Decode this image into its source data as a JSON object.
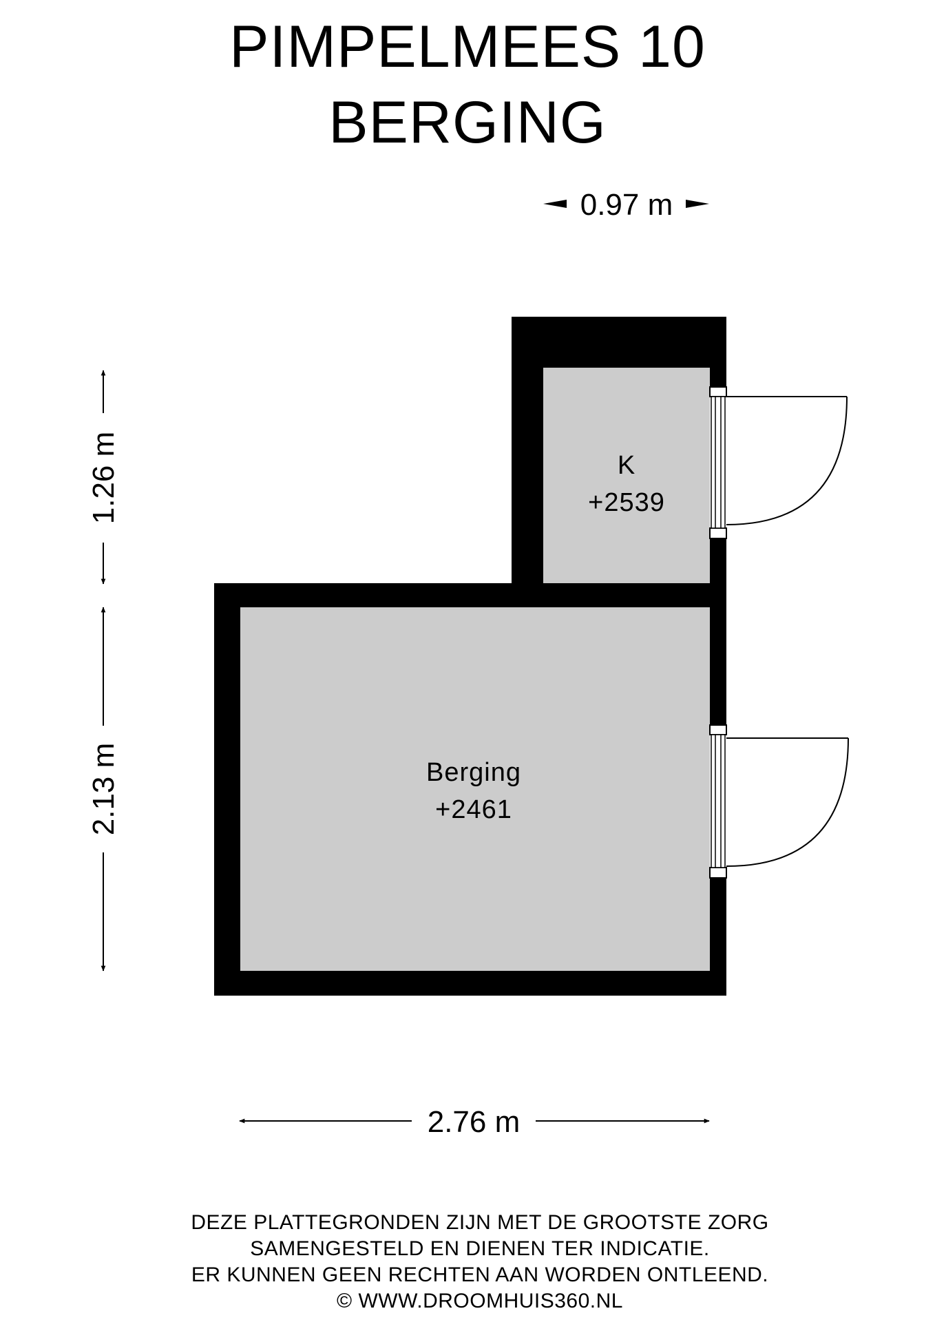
{
  "title": {
    "line1": "PIMPELMEES 10",
    "line2": "BERGING"
  },
  "dimensions": {
    "top_width": "0.97 m",
    "upper_height": "1.26 m",
    "lower_height": "2.13 m",
    "bottom_width": "2.76 m"
  },
  "rooms": [
    {
      "name": "K",
      "level": "+2539"
    },
    {
      "name": "Berging",
      "level": "+2461"
    }
  ],
  "disclaimer": {
    "line1": "DEZE PLATTEGRONDEN ZIJN MET DE GROOTSTE ZORG",
    "line2": "SAMENGESTELD EN DIENEN TER INDICATIE.",
    "line3": "ER KUNNEN GEEN RECHTEN AAN WORDEN ONTLEEND.",
    "line4": "© WWW.DROOMHUIS360.NL"
  },
  "colors": {
    "wall": "#000000",
    "floor": "#cccccc",
    "line": "#000000"
  }
}
